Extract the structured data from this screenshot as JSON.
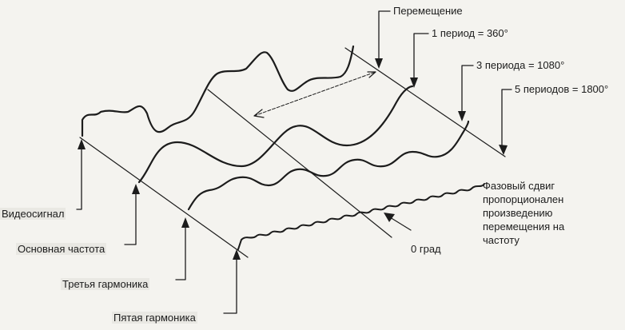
{
  "labels": {
    "displacement": "Перемещение",
    "period1": "1 период = 360°",
    "period3": "3 периода = 1080°",
    "period5": "5 периодов = 1800°",
    "video": "Видеосигнал",
    "fundamental": "Основная частота",
    "third": "Третья гармоника",
    "fifth": "Пятая гармоника",
    "zero": "0 град",
    "note": "Фазовый сдвиг\nпропорционален\nпроизведению\nперемещения  на\nчастоту"
  },
  "colors": {
    "ink": "#1c1c1c",
    "paper": "#f4f3ef"
  }
}
